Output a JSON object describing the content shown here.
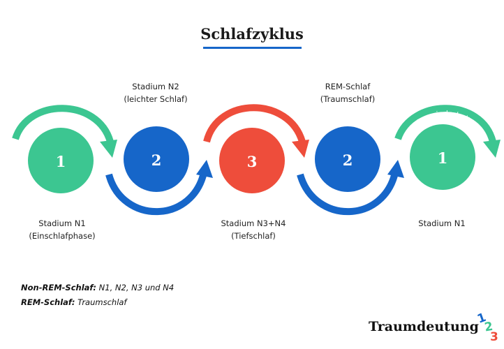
{
  "title": "Schlafzyklus",
  "stages": [
    {
      "number": "1",
      "label_line1": "Stadium N1",
      "label_line2": "(Einschlafphase)",
      "color": "#3cc691"
    },
    {
      "number": "2",
      "label_line1": "Stadium N2",
      "label_line2": "(leichter Schlaf)",
      "color": "#1666c9"
    },
    {
      "number": "3",
      "label_line1": "Stadium N3+N4",
      "label_line2": "(Tiefschlaf)",
      "color": "#ee4d3b"
    },
    {
      "number": "2",
      "label_line1": "REM-Schlaf",
      "label_line2": "(Traumschlaf)",
      "color": "#1666c9"
    },
    {
      "number": "1",
      "label_line1": "Stadium N1",
      "label_line2": "",
      "color": "#3cc691"
    }
  ],
  "cycle_note": "Zyklus wiederholt sich",
  "legend": {
    "nonrem_term": "Non-REM-Schlaf:",
    "nonrem_desc": " N1, N2, N3 und N4",
    "rem_term": "REM-Schlaf:",
    "rem_desc": " Traumschlaf"
  },
  "brand": {
    "name": "Traumdeutung",
    "logo_digits": [
      "1",
      "2",
      "3"
    ],
    "logo_colors": [
      "#1666c9",
      "#3cc691",
      "#ee4d3b"
    ]
  }
}
